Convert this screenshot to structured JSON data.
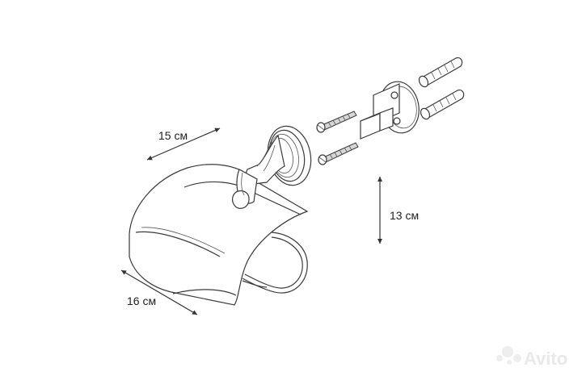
{
  "dimensions": {
    "width_label": "15 см",
    "height_label": "13 см",
    "depth_label": "16 см"
  },
  "watermark": {
    "text": "Avito",
    "icon": "avito-dots-icon"
  },
  "colors": {
    "line": "#3a3a3a",
    "watermark": "#e9e9e9"
  }
}
